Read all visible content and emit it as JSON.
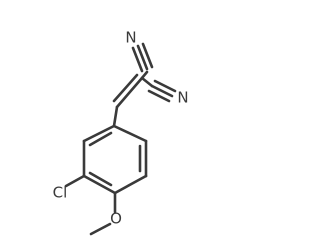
{
  "molecule": {
    "atoms": {
      "n_top": "N",
      "c_top": "C",
      "n_right": "N",
      "c_right": "C",
      "chlorine": "Cl",
      "oxygen": "O"
    }
  }
}
